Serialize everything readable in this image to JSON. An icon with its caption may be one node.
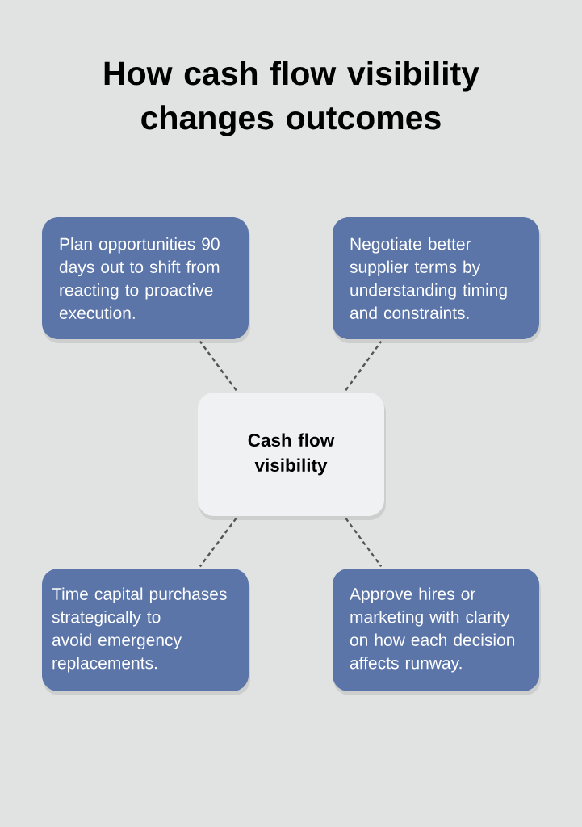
{
  "diagram": {
    "title": "How cash flow visibility changes outcomes",
    "nodes": [
      {
        "text": [
          "Plan opportunities 90 days out to shift from reacting to proactive execution."
        ]
      },
      {
        "text": [
          "Negotiate better supplier terms by understanding timing and constraints."
        ]
      },
      {
        "text": [
          "Cash flow visibility"
        ]
      },
      {
        "text": [
          "Time capital purchases strategically to avoid emergency replacements."
        ]
      },
      {
        "text": [
          "Approve hires or marketing with clarity on how each decision affects runway."
        ]
      }
    ],
    "edges": [
      {
        "from": 2,
        "to": 0,
        "arrow": "none",
        "style": "dashed"
      },
      {
        "from": 2,
        "to": 1,
        "arrow": "none",
        "style": "dashed"
      },
      {
        "from": 2,
        "to": 3,
        "arrow": "none",
        "style": "dashed"
      },
      {
        "from": 2,
        "to": 4,
        "arrow": "none",
        "style": "dashed"
      }
    ]
  }
}
